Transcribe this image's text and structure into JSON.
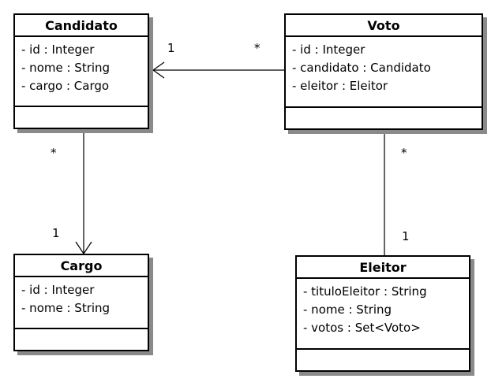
{
  "classes": {
    "candidato": {
      "name": "Candidato",
      "attributes": [
        "- id : Integer",
        "- nome : String",
        "- cargo : Cargo"
      ]
    },
    "voto": {
      "name": "Voto",
      "attributes": [
        "- id : Integer",
        "- candidato : Candidato",
        "- eleitor : Eleitor"
      ]
    },
    "cargo": {
      "name": "Cargo",
      "attributes": [
        "- id : Integer",
        "- nome : String"
      ]
    },
    "eleitor": {
      "name": "Eleitor",
      "attributes": [
        "- tituloEleitor : String",
        "- nome : String",
        "- votos : Set<Voto>"
      ]
    }
  },
  "associations": {
    "voto_candidato": {
      "source_multiplicity": "*",
      "target_multiplicity": "1",
      "navigable_to": "Candidato"
    },
    "candidato_cargo": {
      "source_multiplicity": "*",
      "target_multiplicity": "1",
      "navigable_to": "Cargo"
    },
    "voto_eleitor": {
      "source_multiplicity": "*",
      "target_multiplicity": "1"
    }
  },
  "colors": {
    "stroke": "#000000",
    "shadow": "#8a8a8a",
    "fill": "#ffffff"
  }
}
